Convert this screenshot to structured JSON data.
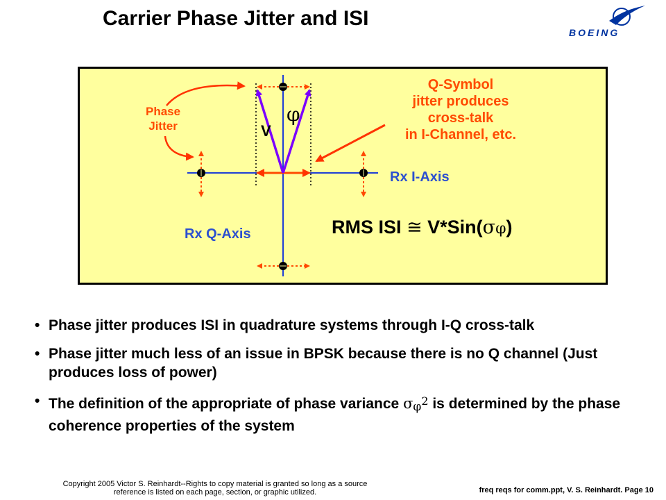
{
  "slide": {
    "title": "Carrier Phase Jitter and ISI",
    "logo_text": "BOEING"
  },
  "diagram": {
    "phase_jitter_label_line1": "Phase",
    "phase_jitter_label_line2": "Jitter",
    "phi_symbol": "φ",
    "vector_label": "V",
    "q_symbol_note_line1": "Q-Symbol",
    "q_symbol_note_line2": "jitter produces",
    "q_symbol_note_line3": "cross-talk",
    "q_symbol_note_line4": "in I-Channel, etc.",
    "i_axis_label": "Rx I-Axis",
    "q_axis_label": "Rx Q-Axis",
    "rms_formula_prefix": "RMS ISI ",
    "rms_formula_approx": "≅",
    "rms_formula_body": " V*Sin(",
    "rms_formula_sigma": "σ",
    "rms_formula_phi": "φ",
    "rms_formula_close": ")"
  },
  "bullets": [
    "Phase jitter produces ISI in quadrature systems through I-Q cross-talk",
    "Phase jitter much less of an issue in BPSK because there is no Q channel (Just produces loss of power)"
  ],
  "bullet3": {
    "prefix": "The definition of the appropriate of phase variance ",
    "sigma": "σ",
    "phi": "φ",
    "exp": "2",
    "suffix": " is determined by the phase coherence properties of the system"
  },
  "footer": {
    "copyright_line1": "Copyright 2005 Victor S. Reinhardt--Rights  to copy material is granted so long as a source",
    "copyright_line2": "reference is listed on each page, section, or graphic utilized.",
    "page_ref": "freq reqs for comm.ppt,  V. S. Reinhardt.  Page 10"
  },
  "colors": {
    "axis_blue": "#1f3fd6",
    "label_blue": "#2b4fd0",
    "orange": "#ff4a00",
    "purple": "#7b00ff",
    "panel_yellow": "#ffff9e"
  }
}
